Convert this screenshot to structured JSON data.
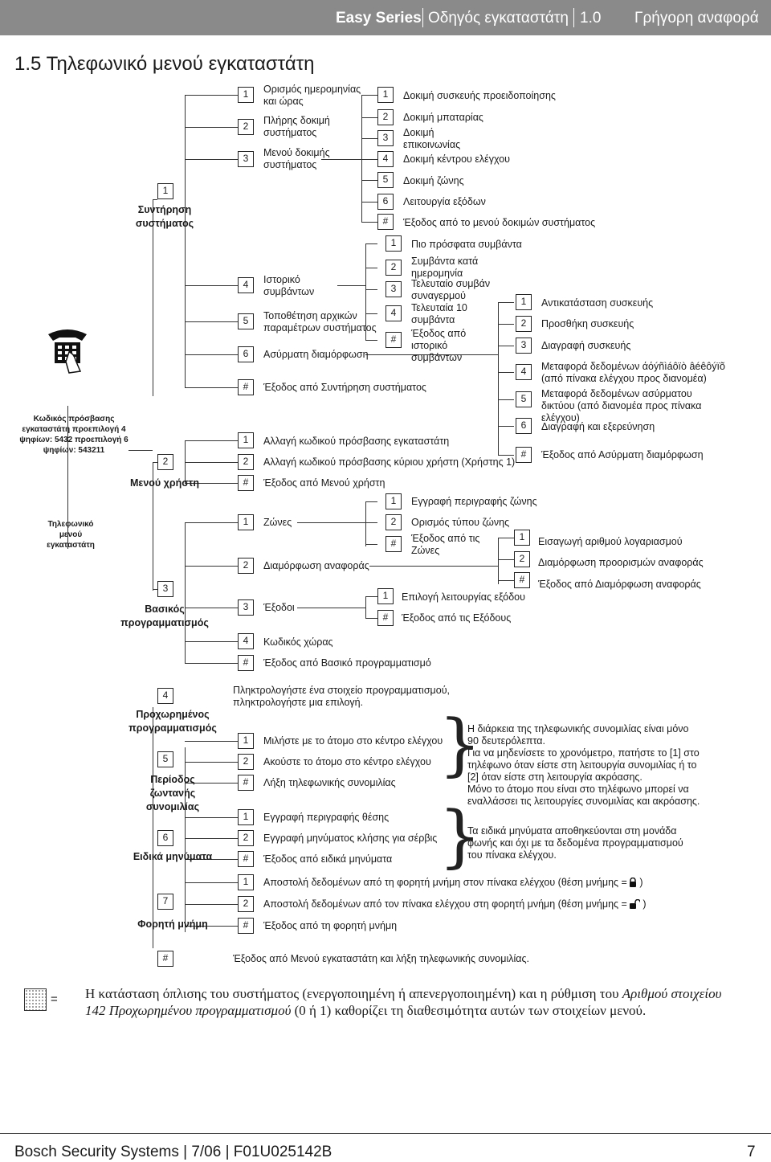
{
  "header": {
    "brand": "Easy Series",
    "guide": "Οδηγός εγκαταστάτη",
    "version": "1.0",
    "section": "Γρήγορη αναφορά"
  },
  "title": "1.5  Τηλεφωνικό μενού εγκαταστάτη",
  "root": {
    "label": "Τηλεφωνικό μενού εγκαταστάτη",
    "code_text": "Κωδικός πρόσβασης εγκαταστάτη προεπιλογή 4 ψηφίων: 5432 προεπιλογή 6 ψηφίων: 543211",
    "icon": "telephone-keypad-icon"
  },
  "l1": [
    {
      "key": "1",
      "label": "Συντήρηση συστήματος"
    },
    {
      "key": "2",
      "label": "Μενού χρήστη"
    },
    {
      "key": "3",
      "label": "Βασικός προγραμματισμός"
    },
    {
      "key": "4",
      "label": "Προχωρημένος προγραμματισμός"
    },
    {
      "key": "5",
      "label": "Περίοδος ζωντανής συνομιλίας"
    },
    {
      "key": "6",
      "label": "Ειδικά μηνύματα"
    },
    {
      "key": "7",
      "label": "Φορητή μνήμη"
    },
    {
      "key": "#",
      "label": "Έξοδος από Μενού εγκαταστάτη και λήξη τηλεφωνικής συνομιλίας."
    }
  ],
  "maint": [
    {
      "key": "1",
      "label": "Ορισμός ημερομηνίας και ώρας"
    },
    {
      "key": "2",
      "label": "Πλήρης δοκιμή συστήματος"
    },
    {
      "key": "3",
      "label": "Μενού δοκιμής συστήματος"
    },
    {
      "key": "4",
      "label": "Ιστορικό συμβάντων"
    },
    {
      "key": "5",
      "label": "Τοποθέτηση αρχικών παραμέτρων συστήματος"
    },
    {
      "key": "6",
      "label": "Ασύρματη διαμόρφωση"
    },
    {
      "key": "#",
      "label": "Έξοδος από Συντήρηση συστήματος"
    }
  ],
  "test": [
    {
      "key": "1",
      "label": "Δοκιμή συσκευής προειδοποίησης"
    },
    {
      "key": "2",
      "label": "Δοκιμή μπαταρίας"
    },
    {
      "key": "3",
      "label": "Δοκιμή επικοινωνίας"
    },
    {
      "key": "4",
      "label": "Δοκιμή κέντρου ελέγχου"
    },
    {
      "key": "5",
      "label": "Δοκιμή ζώνης"
    },
    {
      "key": "6",
      "label": "Λειτουργία εξόδων"
    },
    {
      "key": "#",
      "label": "Έξοδος από το μενού δοκιμών συστήματος"
    }
  ],
  "history": [
    {
      "key": "1",
      "label": "Πιο πρόσφατα συμβάντα"
    },
    {
      "key": "2",
      "label": "Συμβάντα κατά ημερομηνία"
    },
    {
      "key": "3",
      "label": "Τελευταίο συμβάν συναγερμού"
    },
    {
      "key": "4",
      "label": "Τελευταία 10 συμβάντα"
    },
    {
      "key": "#",
      "label": "Έξοδος από ιστορικό συμβάντων"
    }
  ],
  "wireless": [
    {
      "key": "1",
      "label": "Αντικατάσταση συσκευής"
    },
    {
      "key": "2",
      "label": "Προσθήκη συσκευής"
    },
    {
      "key": "3",
      "label": "Διαγραφή συσκευής"
    },
    {
      "key": "4",
      "label": "Μεταφορά δεδομένων άόýñìáôïò âéêôýïõ (από πίνακα ελέγχου προς διανομέα)"
    },
    {
      "key": "5",
      "label": "Μεταφορά δεδομένων ασύρματου δικτύου (από διανομέα προς πίνακα ελέγχου)"
    },
    {
      "key": "6",
      "label": "Διαγραφή και εξερεύνηση"
    },
    {
      "key": "#",
      "label": "Έξοδος από Ασύρματη διαμόρφωση"
    }
  ],
  "user": [
    {
      "key": "1",
      "label": "Αλλαγή κωδικού πρόσβασης εγκαταστάτη"
    },
    {
      "key": "2",
      "label": "Αλλαγή κωδικού πρόσβασης κύριου χρήστη (Χρήστης 1)"
    },
    {
      "key": "#",
      "label": "Έξοδος από Μενού χρήστη"
    }
  ],
  "basic": [
    {
      "key": "1",
      "label": "Ζώνες"
    },
    {
      "key": "2",
      "label": "Διαμόρφωση αναφοράς"
    },
    {
      "key": "3",
      "label": "Έξοδοι"
    },
    {
      "key": "4",
      "label": "Κωδικός χώρας"
    },
    {
      "key": "#",
      "label": "Έξοδος από Βασικό προγραμματισμό"
    }
  ],
  "zones": [
    {
      "key": "1",
      "label": "Εγγραφή περιγραφής ζώνης"
    },
    {
      "key": "2",
      "label": "Ορισμός τύπου ζώνης"
    },
    {
      "key": "#",
      "label": "Έξοδος από τις Ζώνες"
    }
  ],
  "report": [
    {
      "key": "1",
      "label": "Εισαγωγή αριθμού λογαριασμού"
    },
    {
      "key": "2",
      "label": "Διαμόρφωση προορισμών αναφοράς"
    },
    {
      "key": "#",
      "label": "Έξοδος από Διαμόρφωση αναφοράς"
    }
  ],
  "outputs": [
    {
      "key": "1",
      "label": "Επιλογή λειτουργίας εξόδου"
    },
    {
      "key": "#",
      "label": "Έξοδος από τις Εξόδους"
    }
  ],
  "advanced_note": "Πληκτρολογήστε ένα στοιχείο προγραμματισμού, πληκτρολογήστε μια επιλογή.",
  "listen": [
    {
      "key": "1",
      "label": "Μιλήστε με το άτομο στο κέντρο ελέγχου"
    },
    {
      "key": "2",
      "label": "Ακούστε το άτομο στο κέντρο ελέγχου"
    },
    {
      "key": "#",
      "label": "Λήξη τηλεφωνικής συνομιλίας"
    }
  ],
  "listen_note": [
    "Η διάρκεια της τηλεφωνικής συνομιλίας είναι μόνο 90 δευτερόλεπτα.",
    "Για να μηδενίσετε το χρονόμετρο, πατήστε το [1] στο τηλέφωνο όταν είστε στη λειτουργία συνομιλίας ή το [2] όταν είστε στη λειτουργία ακρόασης.",
    "Μόνο το άτομο που είναι στο τηλέφωνο μπορεί να εναλλάσσει τις λειτουργίες συνομιλίας και ακρόασης."
  ],
  "messages": [
    {
      "key": "1",
      "label": "Εγγραφή περιγραφής θέσης"
    },
    {
      "key": "2",
      "label": "Εγγραφή μηνύματος κλήσης για σέρβις"
    },
    {
      "key": "#",
      "label": "Έξοδος από ειδικά μηνύματα"
    }
  ],
  "messages_note": "Τα ειδικά μηνύματα αποθηκεύονται στη μονάδα φωνής και όχι με τα δεδομένα προγραμματισμού του πίνακα ελέγχου.",
  "memory": [
    {
      "key": "1",
      "label": "Αποστολή δεδομένων από τη φορητή μνήμη στον πίνακα ελέγχου (θέση μνήμης =",
      "suffix": " )"
    },
    {
      "key": "2",
      "label": "Αποστολή δεδομένων από τον πίνακα ελέγχου στη φορητή μνήμη (θέση μνήμης =",
      "suffix": " )"
    },
    {
      "key": "#",
      "label": "Έξοδος από τη φορητή μνήμη"
    }
  ],
  "legend": {
    "equals": "=",
    "text_a": "Η κατάσταση όπλισης του συστήματος (ενεργοποιημένη ή απενεργοποιημένη) και η ρύθμιση του ",
    "text_italic": "Αριθμού στοιχείου 142 Προχωρημένου προγραμματισμού",
    "text_b": " (0 ή 1) καθορίζει τη διαθεσιμότητα αυτών των στοιχείων μενού."
  },
  "footer": {
    "left": "Bosch Security Systems | 7/06 | F01U025142B",
    "page": "7"
  }
}
